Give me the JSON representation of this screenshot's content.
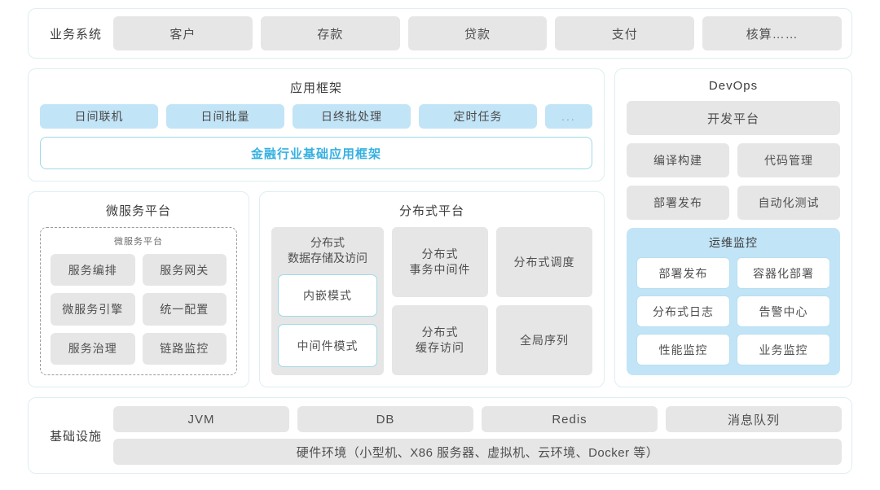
{
  "business_systems": {
    "label": "业务系统",
    "items": [
      "客户",
      "存款",
      "贷款",
      "支付",
      "核算……"
    ]
  },
  "app_framework": {
    "title": "应用框架",
    "items": [
      "日间联机",
      "日间批量",
      "日终批处理",
      "定时任务"
    ],
    "ellipsis": "...",
    "base_framework": "金融行业基础应用框架"
  },
  "microservice_platform": {
    "title": "微服务平台",
    "inner_title": "微服务平台",
    "items": [
      "服务编排",
      "服务网关",
      "微服务引擎",
      "统一配置",
      "服务治理",
      "链路监控"
    ]
  },
  "distributed_platform": {
    "title": "分布式平台",
    "storage_card": {
      "title": "分布式\n数据存储及访问",
      "title_line1": "分布式",
      "title_line2": "数据存储及访问",
      "modes": [
        "内嵌模式",
        "中间件模式"
      ]
    },
    "cells": [
      {
        "line1": "分布式",
        "line2": "事务中间件"
      },
      {
        "line1": "分布式调度",
        "line2": ""
      },
      {
        "line1": "分布式",
        "line2": "缓存访问"
      },
      {
        "line1": "全局序列",
        "line2": ""
      }
    ]
  },
  "devops": {
    "title": "DevOps",
    "platform": "开发平台",
    "pairs": [
      [
        "编译构建",
        "代码管理"
      ],
      [
        "部署发布",
        "自动化测试"
      ]
    ],
    "monitoring": {
      "title": "运维监控",
      "items": [
        "部署发布",
        "容器化部署",
        "分布式日志",
        "告警中心",
        "性能监控",
        "业务监控"
      ]
    }
  },
  "infrastructure": {
    "label": "基础设施",
    "items": [
      "JVM",
      "DB",
      "Redis",
      "消息队列"
    ],
    "hardware": "硬件环境（小型机、X86 服务器、虚拟机、云环境、Docker 等）"
  },
  "colors": {
    "panel_border": "#ddeff2",
    "gray_cell": "#e6e6e6",
    "blue_cell": "#c2e4f7",
    "accent_text": "#35b0e0",
    "accent_border": "#9fd9ea"
  }
}
